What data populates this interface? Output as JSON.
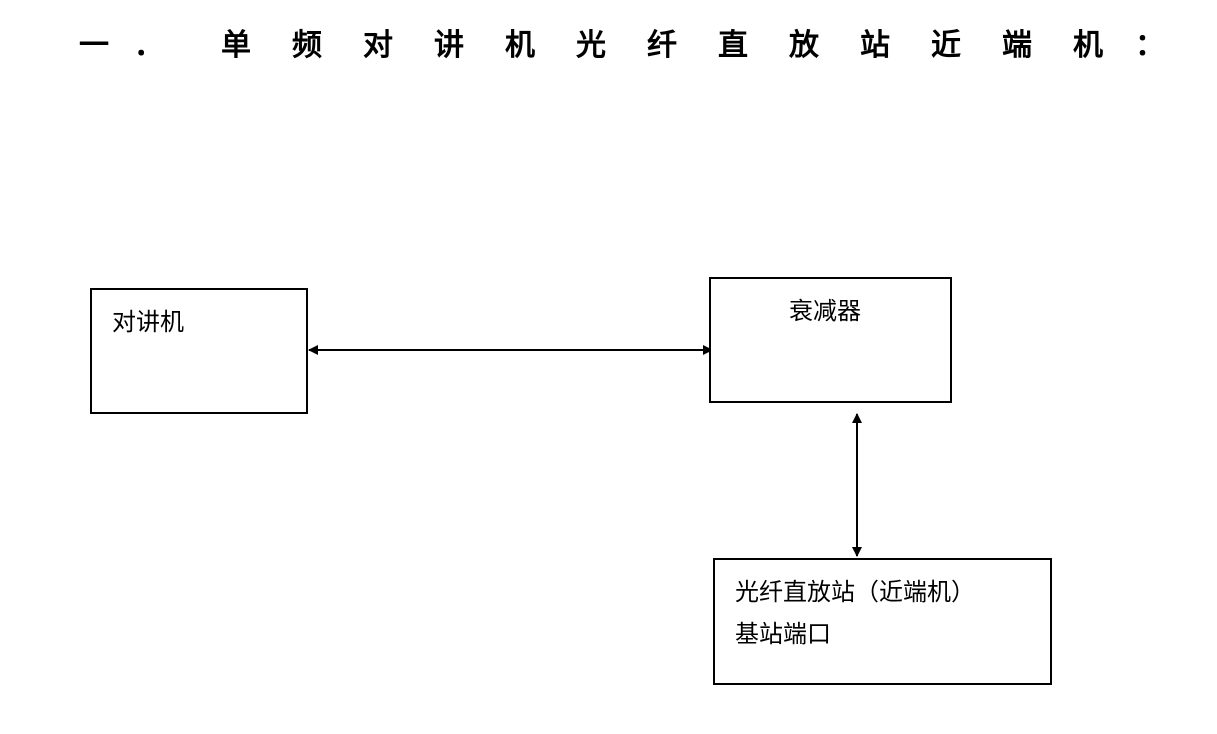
{
  "title": {
    "chars": [
      "一",
      "．",
      "单",
      "频",
      "对",
      "讲",
      "机",
      "光",
      "纤",
      "直",
      "放",
      "站",
      "近",
      "端",
      "机",
      "："
    ]
  },
  "boxes": {
    "walkie_talkie": "对讲机",
    "attenuator": "衰减器",
    "repeater_line1": "光纤直放站（近端机）",
    "repeater_line2": "基站端口"
  }
}
